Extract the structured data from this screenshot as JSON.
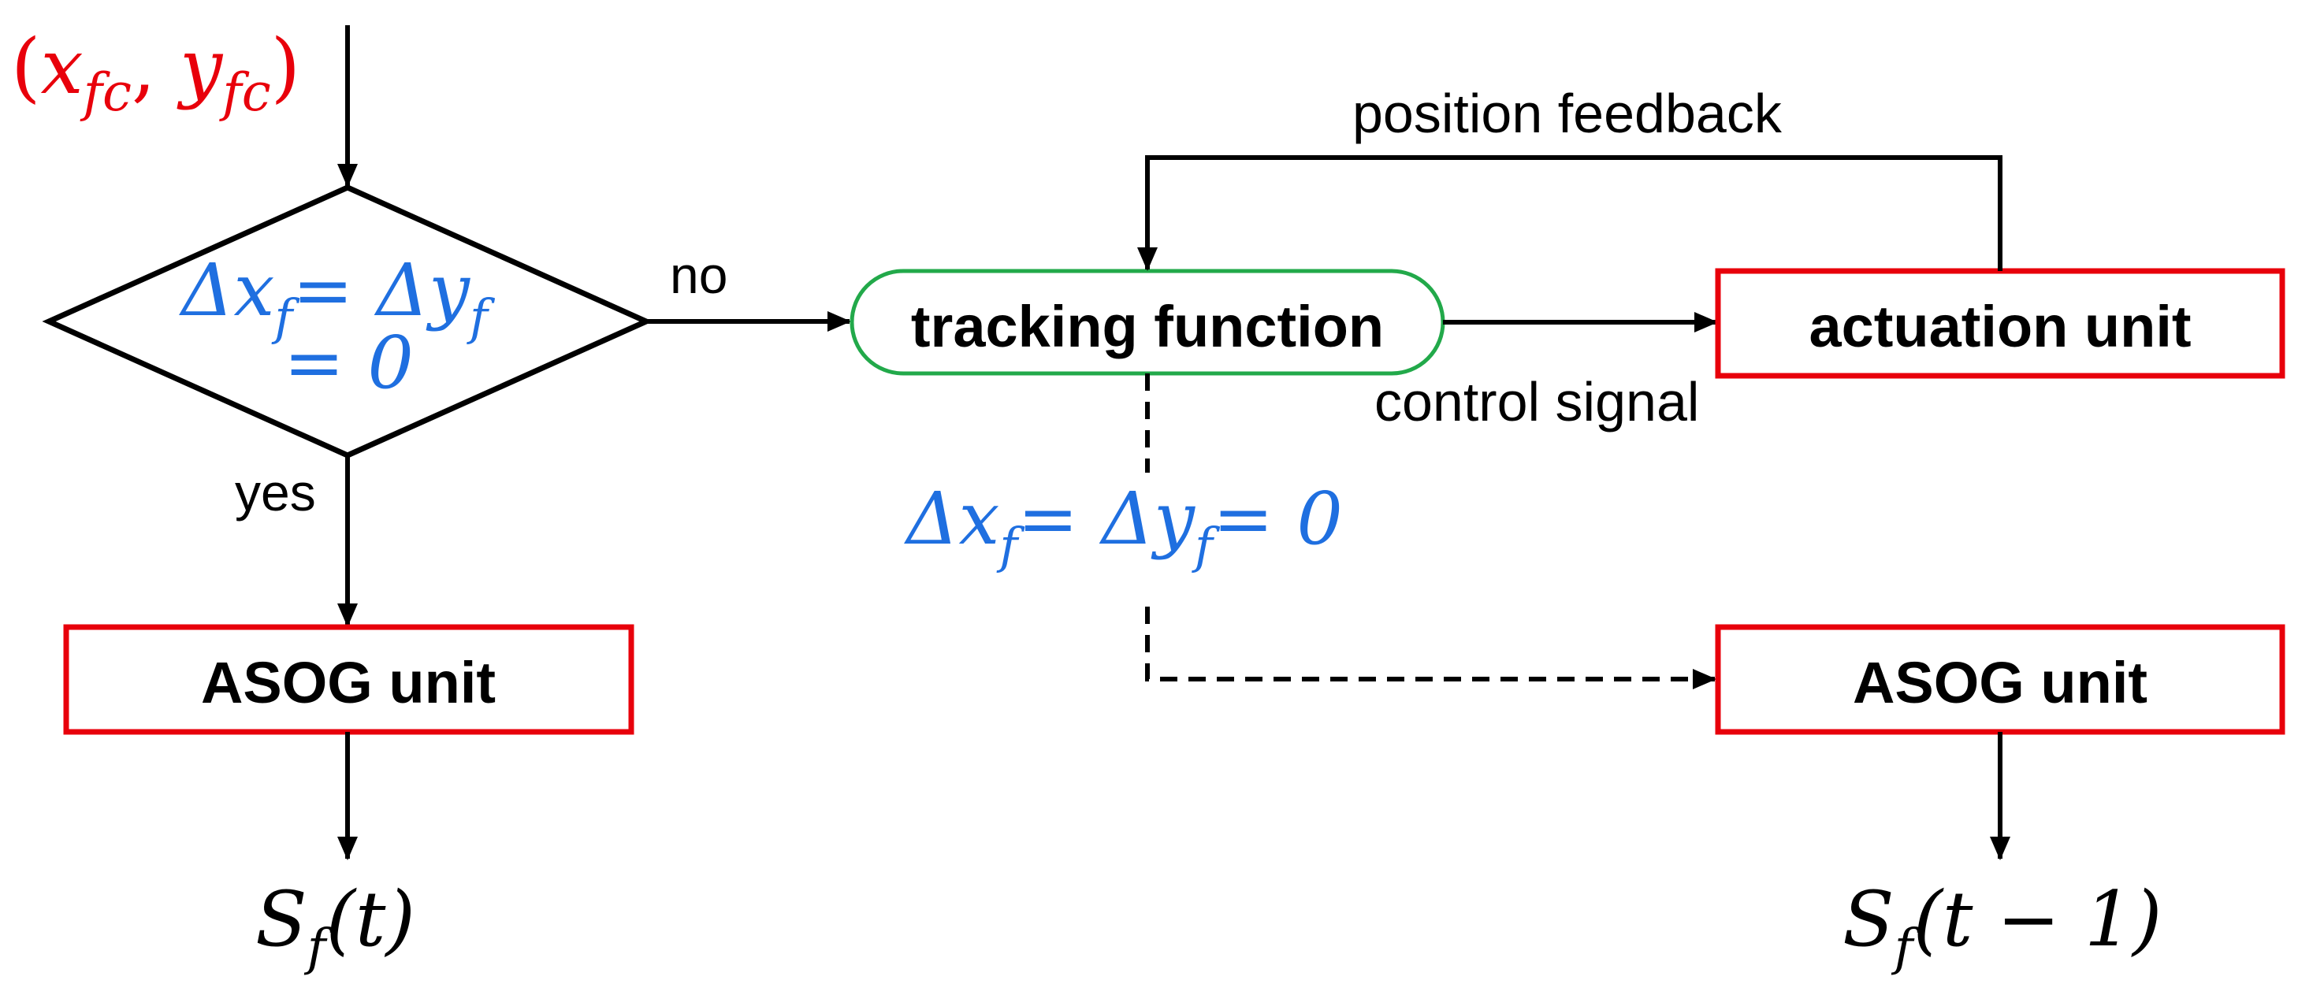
{
  "colors": {
    "line": "#000000",
    "box_border": "#e8000b",
    "rounded_border": "#22a94a",
    "blue_math": "#1f6fe0",
    "red_math": "#e8000b"
  },
  "inputs": {
    "coord_open": "(",
    "coord_x": "x",
    "coord_x_sub": "fc",
    "coord_comma": ", ",
    "coord_y": "y",
    "coord_y_sub": "fc",
    "coord_close": ")"
  },
  "decision": {
    "cond_dx": "Δx",
    "cond_dx_sub": "f",
    "cond_eq": "= Δy",
    "cond_dy_sub": "f",
    "cond_line2": "= 0",
    "no_label": "no",
    "yes_label": "yes"
  },
  "nodes": {
    "tracking": "tracking function",
    "actuation": "actuation unit",
    "asog_left": "ASOG unit",
    "asog_right": "ASOG unit"
  },
  "edges": {
    "feedback": "position feedback",
    "control": "control signal"
  },
  "branch_condition": {
    "dx": "Δx",
    "dx_sub": "f",
    "eq": "= Δy",
    "dy_sub": "f",
    "tail": "= 0"
  },
  "outputs": {
    "left_s": "S",
    "left_sub": "f",
    "left_arg": "(t)",
    "right_s": "S",
    "right_sub": "f",
    "right_arg": "(t − 1)"
  }
}
